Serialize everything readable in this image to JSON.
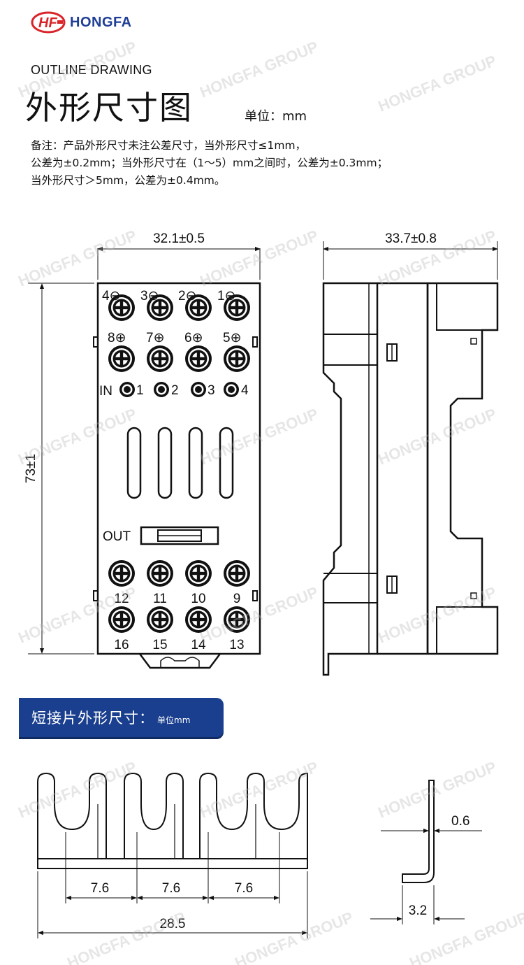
{
  "header": {
    "brand": "HONGFA",
    "subtitle": "OUTLINE DRAWING",
    "title": "外形尺寸图",
    "unit": "单位：mm"
  },
  "notes": [
    "备注：产品外形尺寸未注公差尺寸，当外形尺寸≤1mm，",
    "公差为±0.2mm；当外形尺寸在（1～5）mm之间时，公差为±0.3mm；",
    "当外形尺寸＞5mm，公差为±0.4mm。"
  ],
  "front_view": {
    "width_dim": "32.1±0.5",
    "height_dim": "73±1",
    "top_row_labels": [
      "4⊖",
      "3⊖",
      "2⊖",
      "1⊖"
    ],
    "second_row_labels": [
      "8⊕",
      "7⊕",
      "6⊕",
      "5⊕"
    ],
    "in_label": "IN",
    "in_numbers": [
      "1",
      "2",
      "3",
      "4"
    ],
    "out_label": "OUT",
    "row3_labels": [
      "12",
      "11",
      "10",
      "9"
    ],
    "row4_labels": [
      "16",
      "15",
      "14",
      "13"
    ]
  },
  "side_view": {
    "width_dim": "33.7±0.8"
  },
  "section": {
    "title": "短接片外形尺寸：",
    "unit": "单位mm"
  },
  "jumper": {
    "pitch_labels": [
      "7.6",
      "7.6",
      "7.6"
    ],
    "total_length": "28.5",
    "thickness": "0.6",
    "bend_length": "3.2"
  },
  "watermark": "HONGFA GROUP",
  "colors": {
    "brand_red": "#d9242a",
    "brand_blue": "#1f3e96",
    "banner_blue": "#1a3f8f"
  }
}
